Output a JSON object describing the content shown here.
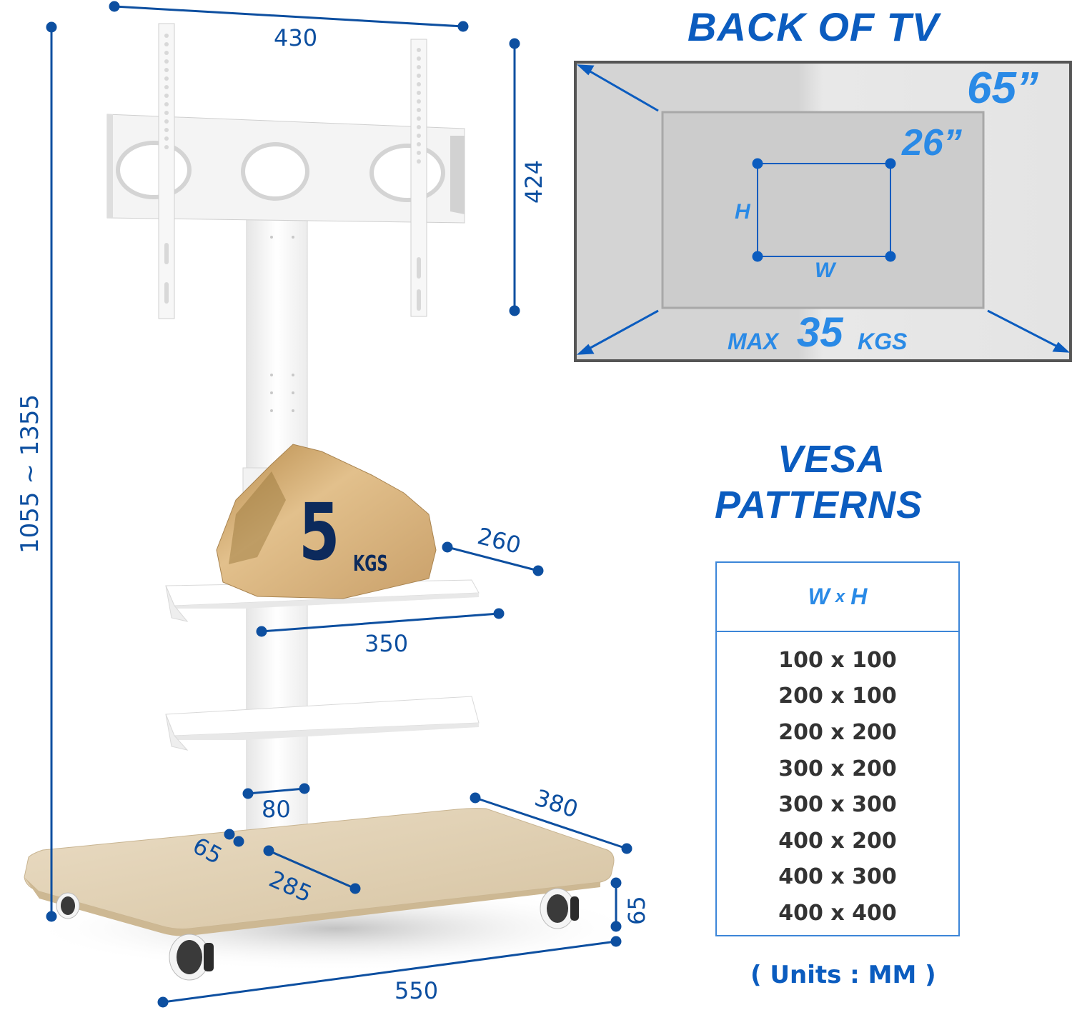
{
  "product_diagram": {
    "subject": "Mobile TV floor stand with mount bracket, two shelves and wooden caster base",
    "dimensions_mm": {
      "bracket_width": "430",
      "bracket_height": "424",
      "total_height": "1055 ~ 1355",
      "shelf_depth": "260",
      "shelf_width": "350",
      "pole_width": "80",
      "pole_offset": "65",
      "pole_to_front": "285",
      "base_depth": "380",
      "base_height": "65",
      "base_width": "550"
    },
    "shelf_load": {
      "value": "5",
      "unit": "KGS"
    }
  },
  "back_of_tv": {
    "title": "BACK OF TV",
    "max_size": "65”",
    "min_size": "26”",
    "h_label": "H",
    "w_label": "W",
    "max_prefix": "MAX",
    "max_value": "35",
    "max_unit": "KGS"
  },
  "vesa": {
    "title_line1": "VESA",
    "title_line2": "PATTERNS",
    "header_w": "W",
    "header_x": "x",
    "header_h": "H",
    "patterns": [
      "100 x 100",
      "200 x 100",
      "200 x 200",
      "300 x 200",
      "300 x 300",
      "400 x 200",
      "400 x 300",
      "400 x 400"
    ],
    "units_note": "( Units : MM )"
  },
  "colors": {
    "dimension_blue": "#0d4fa0",
    "title_blue": "#0b5cbf",
    "accent_blue": "#2a8ae6",
    "table_border": "#3c86d8",
    "wood": "#e3d5bc",
    "tv_frame": "#555555",
    "tv_panel": "#d9d9d9",
    "text_dark": "#333333"
  }
}
